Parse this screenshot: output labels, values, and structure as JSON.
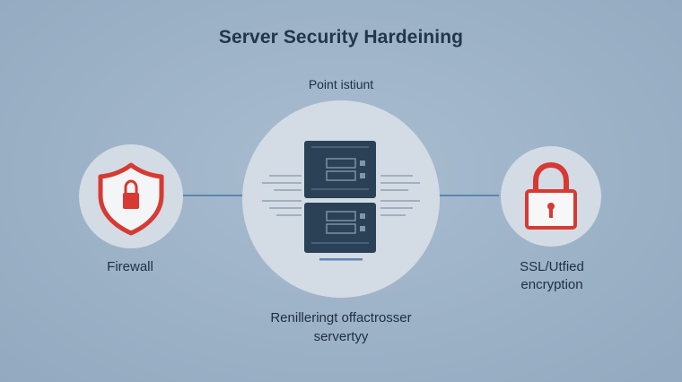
{
  "diagram": {
    "title": "Server Security Hardeining",
    "subtitle": "Point istiunt",
    "center_caption": {
      "line1": "Renilleringt offactrosser",
      "line2": "servertyy"
    },
    "left_node": {
      "label": "Firewall",
      "icon": "shield-lock-icon"
    },
    "right_node": {
      "label_line1": "SSL/Utfied",
      "label_line2": "encryption",
      "icon": "padlock-icon"
    },
    "center_node": {
      "icon": "server-icon"
    }
  },
  "colors": {
    "background": "#9fb4c8",
    "circle": "#d5dde6",
    "server": "#2b4256",
    "accent_red": "#d63a33",
    "connector": "#5e86b0"
  }
}
